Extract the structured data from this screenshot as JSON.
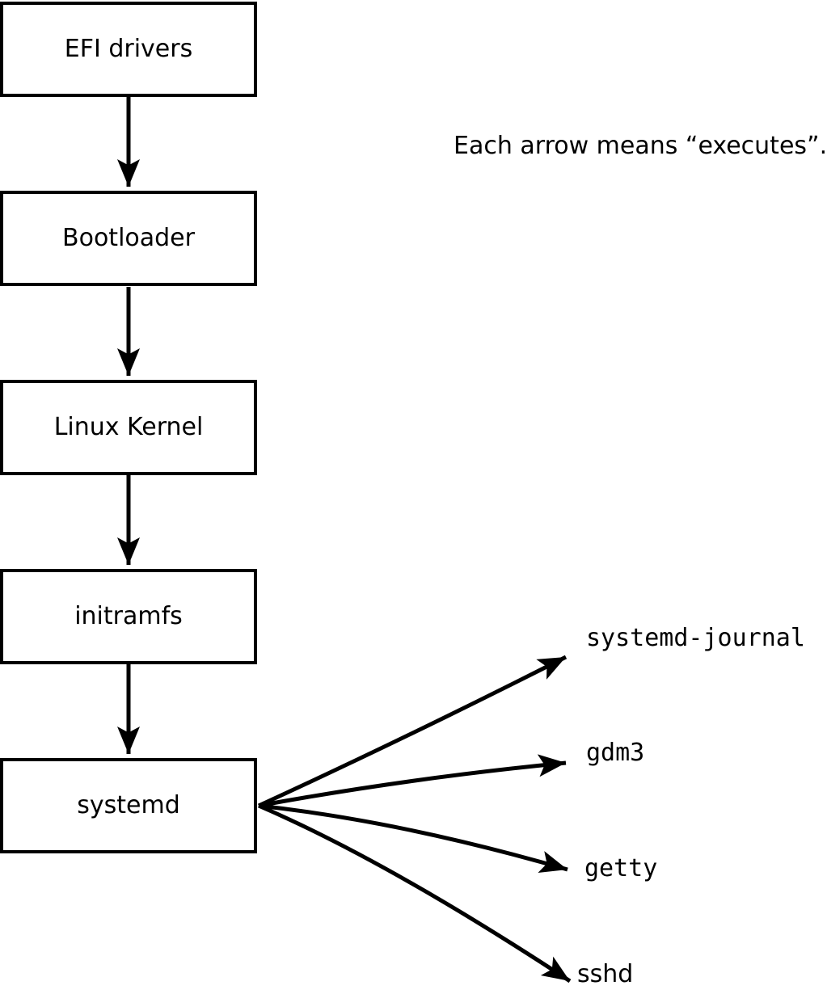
{
  "diagram": {
    "note": "Each arrow means “executes”.",
    "colors": {
      "line": "#000000",
      "box_fill": "#ffffff",
      "text": "#000000",
      "background": "#ffffff"
    },
    "boot_chain": [
      {
        "label": "EFI drivers"
      },
      {
        "label": "Bootloader"
      },
      {
        "label": "Linux Kernel"
      },
      {
        "label": "initramfs"
      },
      {
        "label": "systemd"
      }
    ],
    "spawned_processes": [
      {
        "label": "systemd-journal"
      },
      {
        "label": "gdm3"
      },
      {
        "label": "getty"
      },
      {
        "label": "sshd"
      }
    ]
  }
}
